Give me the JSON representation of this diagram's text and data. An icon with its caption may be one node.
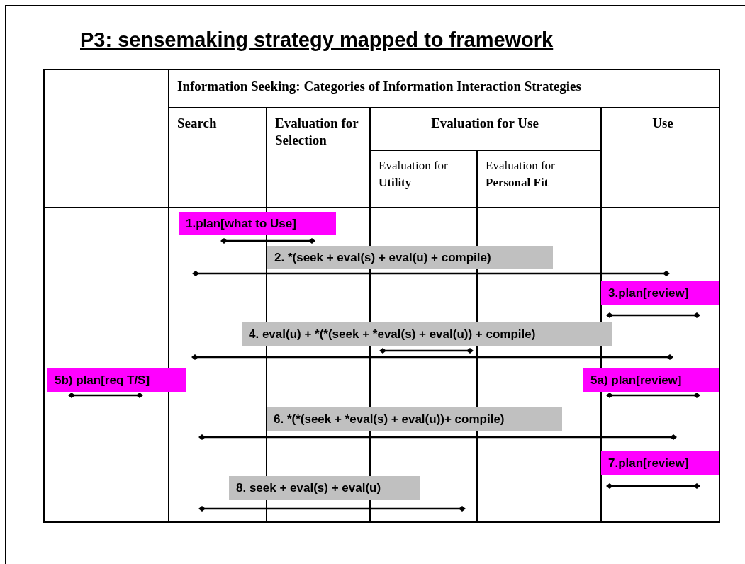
{
  "diagram": {
    "title": "P3: sensemaking strategy mapped to framework",
    "nodes": [
      {
        "text": [
          "1.plan[what to Use]"
        ]
      },
      {
        "text": [
          "2.  *(seek + eval(s) + eval(u) + compile)"
        ]
      },
      {
        "text": [
          "3.plan[review]"
        ]
      },
      {
        "text": [
          "4. eval(u) + *(*(seek + *eval(s) + eval(u)) + compile)"
        ]
      },
      {
        "text": [
          "5b) plan[req T/S]"
        ]
      },
      {
        "text": [
          "5a) plan[review]"
        ]
      },
      {
        "text": [
          "6. *(*(seek + *eval(s) + eval(u))+ compile)"
        ]
      },
      {
        "text": [
          "7.plan[review]"
        ]
      },
      {
        "text": [
          "8. seek + eval(s) + eval(u)"
        ]
      }
    ],
    "labels": [
      "Information Seeking: Categories of Information Interaction Strategies",
      "Search",
      "Evaluation for Selection",
      "Evaluation for Use",
      "Use",
      "Evaluation for **Utility**",
      "Evaluation for **Personal Fit**"
    ]
  }
}
